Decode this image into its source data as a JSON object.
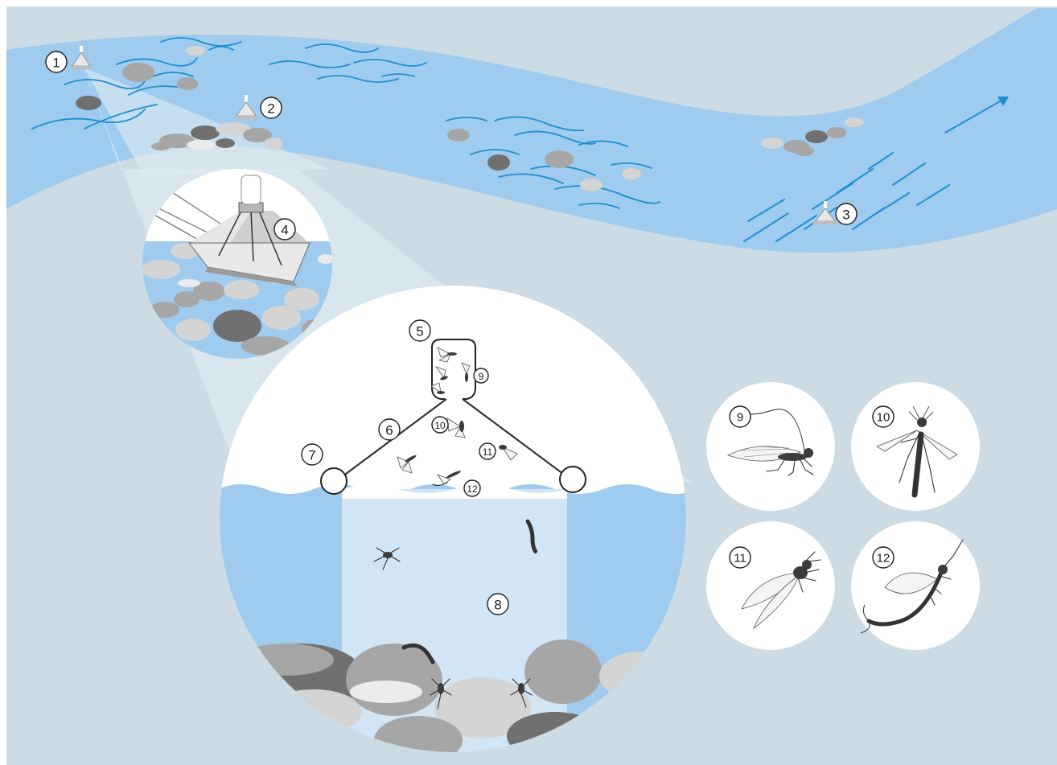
{
  "markers": {
    "m1": "1",
    "m2": "2",
    "m3": "3",
    "m4": "4",
    "m5": "5",
    "m6": "6",
    "m7": "7",
    "m8": "8",
    "m9": "9",
    "m10": "10",
    "m11": "11",
    "m12": "12"
  },
  "colors": {
    "background": "#ccdbe4",
    "river": "#9fccee",
    "water_light": "#d2e5f5",
    "wave": "#1e90d0",
    "beam": "#dfeaf2"
  },
  "icons": {
    "flow_direction": "arrow-up-right-icon",
    "trap": "emergence-trap-icon",
    "insect_9": "caddisfly-icon",
    "insect_10": "chironomid-midge-icon",
    "insect_11": "stonefly-icon",
    "insect_12": "mayfly-icon"
  }
}
